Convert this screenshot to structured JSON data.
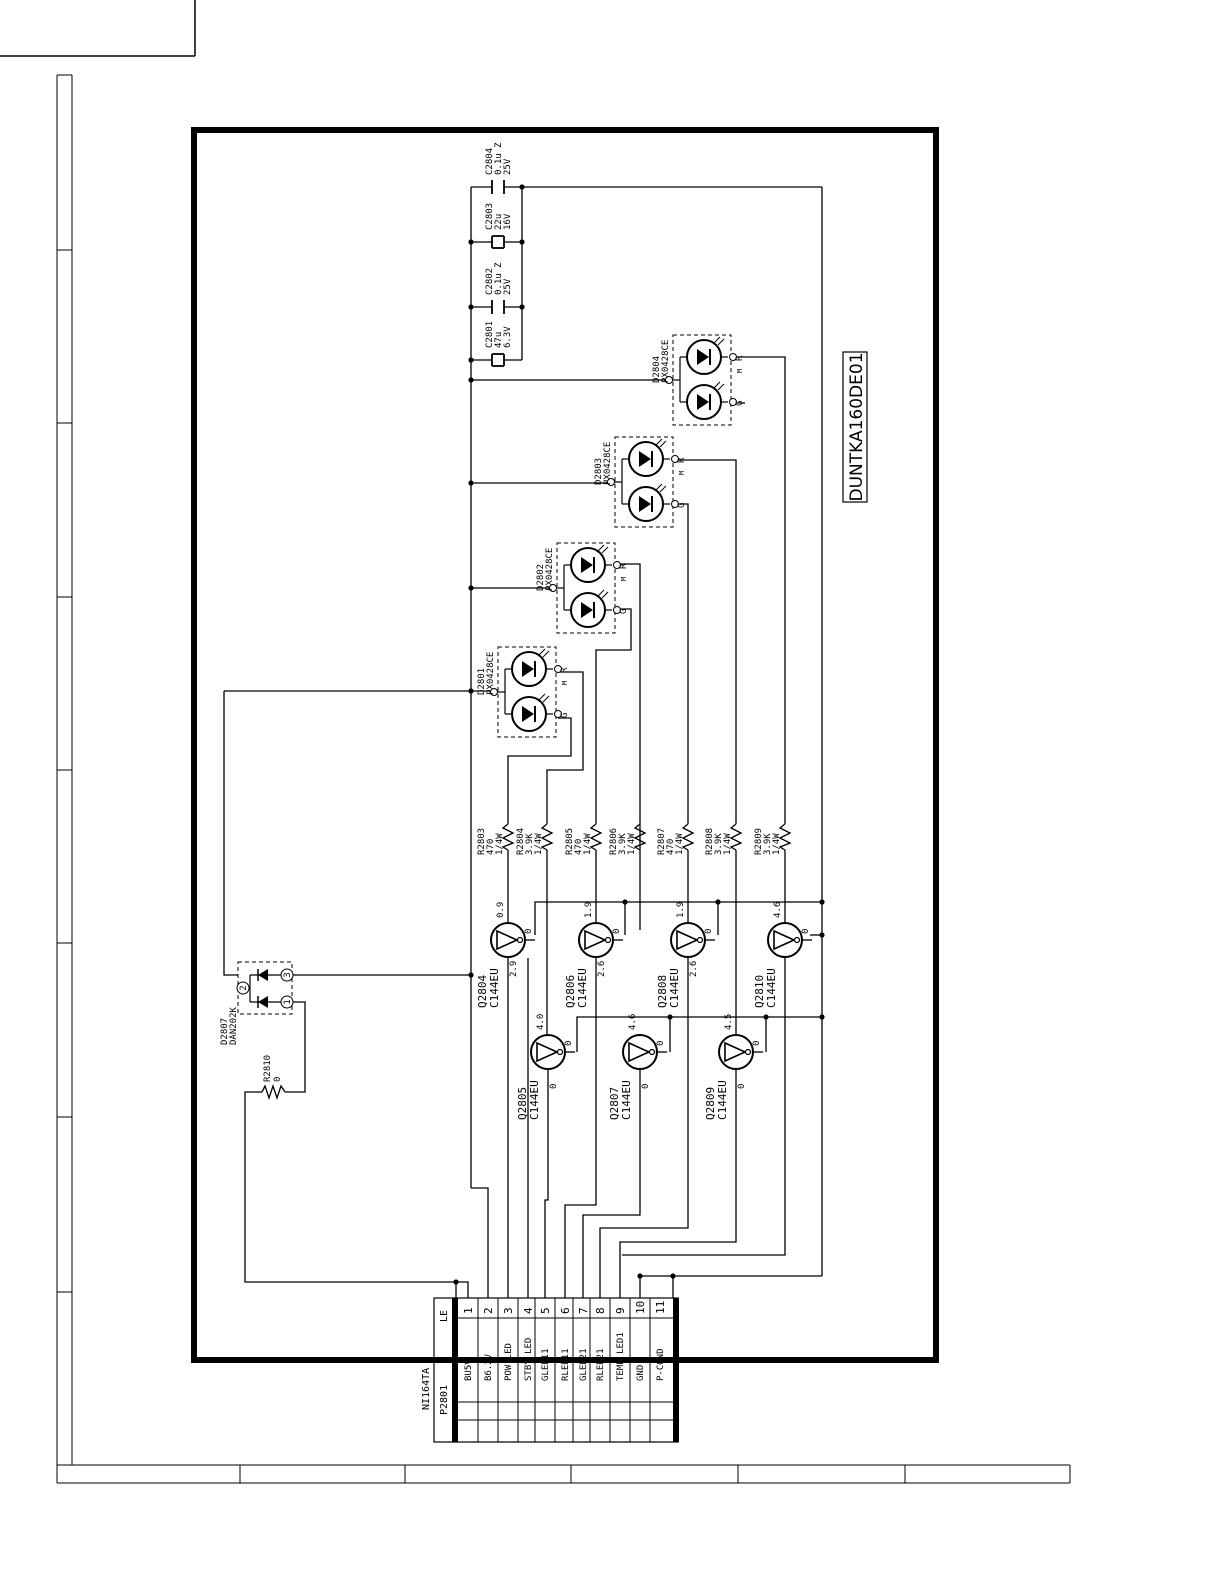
{
  "board": {
    "unit_name": "DUNTKA160DE01"
  },
  "connector": {
    "ref": "P2801",
    "part": "NI164TA",
    "tag": "LE",
    "pins": [
      {
        "num": "1",
        "signal": "BU5V"
      },
      {
        "num": "2",
        "signal": "B6.2V"
      },
      {
        "num": "3",
        "signal": "POW LED"
      },
      {
        "num": "4",
        "signal": "STBY LED"
      },
      {
        "num": "5",
        "signal": "GLED11"
      },
      {
        "num": "6",
        "signal": "RLED11"
      },
      {
        "num": "7",
        "signal": "GLED21"
      },
      {
        "num": "8",
        "signal": "RLED21"
      },
      {
        "num": "9",
        "signal": "TEMP LED1"
      },
      {
        "num": "10",
        "signal": "GND"
      },
      {
        "num": "11",
        "signal": "P-COND"
      }
    ]
  },
  "capacitors": [
    {
      "ref": "C2801",
      "value": "47u",
      "rating": "6.3V",
      "polar": true
    },
    {
      "ref": "C2802",
      "value": "0.1u Z",
      "rating": "25V",
      "polar": false
    },
    {
      "ref": "C2803",
      "value": "22u",
      "rating": "16V",
      "polar": true
    },
    {
      "ref": "C2804",
      "value": "0.1u Z",
      "rating": "25V",
      "polar": false
    }
  ],
  "leds": [
    {
      "ref": "D2801",
      "part": "PX0428CE"
    },
    {
      "ref": "D2802",
      "part": "PX0428CE"
    },
    {
      "ref": "D2803",
      "part": "PX0428CE"
    },
    {
      "ref": "D2804",
      "part": "PX0428CE"
    }
  ],
  "led_pin_labels": {
    "red": "R",
    "green": "G",
    "common": "M"
  },
  "resistors": [
    {
      "ref": "R2803",
      "value": "470",
      "rating": "1/4W"
    },
    {
      "ref": "R2804",
      "value": "3.9K",
      "rating": "1/4W"
    },
    {
      "ref": "R2805",
      "value": "470",
      "rating": "1/4W"
    },
    {
      "ref": "R2806",
      "value": "3.9K",
      "rating": "1/4W"
    },
    {
      "ref": "R2807",
      "value": "470",
      "rating": "1/4W"
    },
    {
      "ref": "R2808",
      "value": "3.9K",
      "rating": "1/4W"
    },
    {
      "ref": "R2809",
      "value": "3.9K",
      "rating": "1/4W"
    }
  ],
  "r2810": {
    "ref": "R2810",
    "value": "0"
  },
  "diode_pack": {
    "ref": "D2807",
    "part": "DAN202K",
    "pins": [
      "1",
      "2",
      "3"
    ]
  },
  "transistors": [
    {
      "ref": "Q2804",
      "part": "C144EU",
      "v_top": "0.9",
      "v_right": "0",
      "v_bottom": "2.9"
    },
    {
      "ref": "Q2805",
      "part": "C144EU",
      "v_top": "4.0",
      "v_right": "0",
      "v_bottom": "0"
    },
    {
      "ref": "Q2806",
      "part": "C144EU",
      "v_top": "1.9",
      "v_right": "0",
      "v_bottom": "2.6"
    },
    {
      "ref": "Q2807",
      "part": "C144EU",
      "v_top": "4.6",
      "v_right": "0",
      "v_bottom": "0"
    },
    {
      "ref": "Q2808",
      "part": "C144EU",
      "v_top": "1.9",
      "v_right": "0",
      "v_bottom": "2.6"
    },
    {
      "ref": "Q2809",
      "part": "C144EU",
      "v_top": "4.5",
      "v_right": "0",
      "v_bottom": "0"
    },
    {
      "ref": "Q2810",
      "part": "C144EU",
      "v_top": "4.6",
      "v_right": "0",
      "v_bottom": ""
    }
  ],
  "colors": {
    "ink": "#000000",
    "paper": "#ffffff"
  }
}
